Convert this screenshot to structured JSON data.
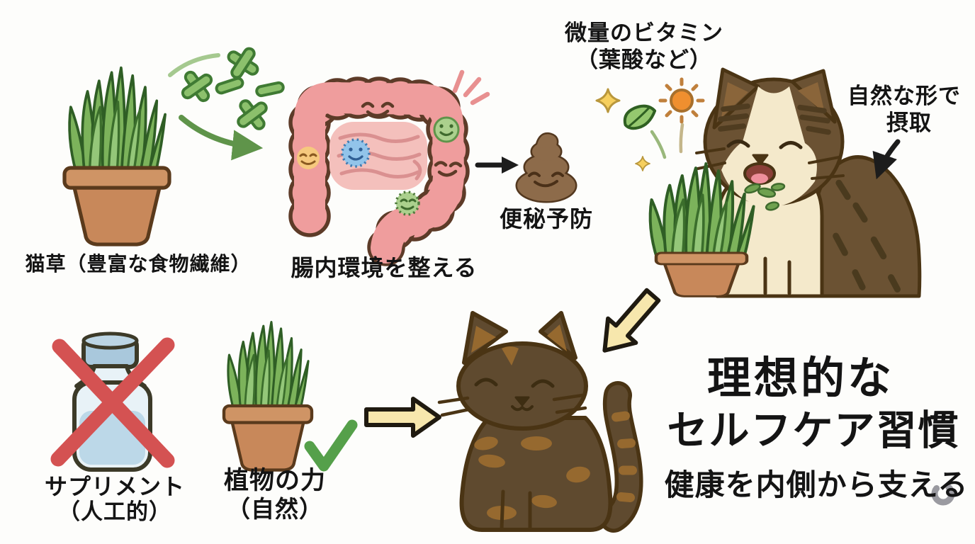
{
  "labels": {
    "cat_grass": "猫草（豊富な食物繊維）",
    "gut_environment": "腸内環境を整える",
    "constipation_prevention": "便秘予防",
    "trace_vitamins_line1": "微量のビタミン",
    "trace_vitamins_line2": "（葉酸など）",
    "natural_intake_line1": "自然な形で",
    "natural_intake_line2": "摂取",
    "supplement_line1": "サプリメント",
    "supplement_line2": "（人工的）",
    "plant_power_line1": "植物の力",
    "plant_power_line2": "（自然）"
  },
  "title": {
    "line1": "理想的な",
    "line2": "セルフケア習慣",
    "subtitle": "健康を内側から支える"
  },
  "icons": {
    "cat-grass-pot-icon": "potted wheatgrass",
    "fiber-bits-icon": "green fiber pieces",
    "green-arrow-icon": "curved arrow grass to gut",
    "intestine-icon": "smiling intestines",
    "bacteria-icons": "happy gut bacteria (yellow, blue, green)",
    "sparkle-burst-icon": "pink emphasis lines",
    "right-arrow-icon": "black arrow to poop",
    "poop-icon": "smiling poop",
    "sparkle-icon": "four-point star",
    "leaf-icon": "green leaf",
    "sun-icon": "orange sun",
    "cat-eating-grass-icon": "tabby cat nibbling grass",
    "curved-down-arrow-icon": "black curved arrow",
    "supplement-bottle-icon": "supplement bottle",
    "red-cross-icon": "red X mark",
    "checkmark-icon": "green check mark",
    "yellow-arrow-right-icon": "cream arrow right",
    "yellow-arrow-downleft-icon": "cream arrow down-left",
    "happy-cat-icon": "smiling brown cat",
    "gray-crescent-icon": "gray swirl by subtitle"
  },
  "colors": {
    "background": "#fdfdfb",
    "text": "#141414",
    "grass_green": "#7cb35b",
    "grass_outline": "#2f5e25",
    "pot_terracotta": "#c8885a",
    "pot_outline": "#5a3a1c",
    "intestine_pink": "#ef9d9d",
    "intestine_outline": "#5d3b28",
    "small_intestine_pink": "#f4c0bc",
    "bacteria_yellow": "#f6c97e",
    "bacteria_blue": "#92c4ea",
    "bacteria_green": "#abd08d",
    "poop_brown": "#8d6b4a",
    "arrow_black": "#1c1c1c",
    "arrow_yellow": "#f7e7ad",
    "green_arrow": "#5f944a",
    "red_cross": "#d45252",
    "bottle_blue": "#e8f2f7",
    "check_green": "#55a04a",
    "cat_brown": "#6b5233",
    "cat_cream": "#f4e9cb",
    "dark_cat_brown": "#5f4a2f",
    "cat_patch_brown": "#96692f",
    "sun_orange": "#ef8f2f",
    "sparkle_yellow": "#f6cf5e",
    "leaf_green": "#95c86f",
    "burst_pink": "#e89090"
  }
}
